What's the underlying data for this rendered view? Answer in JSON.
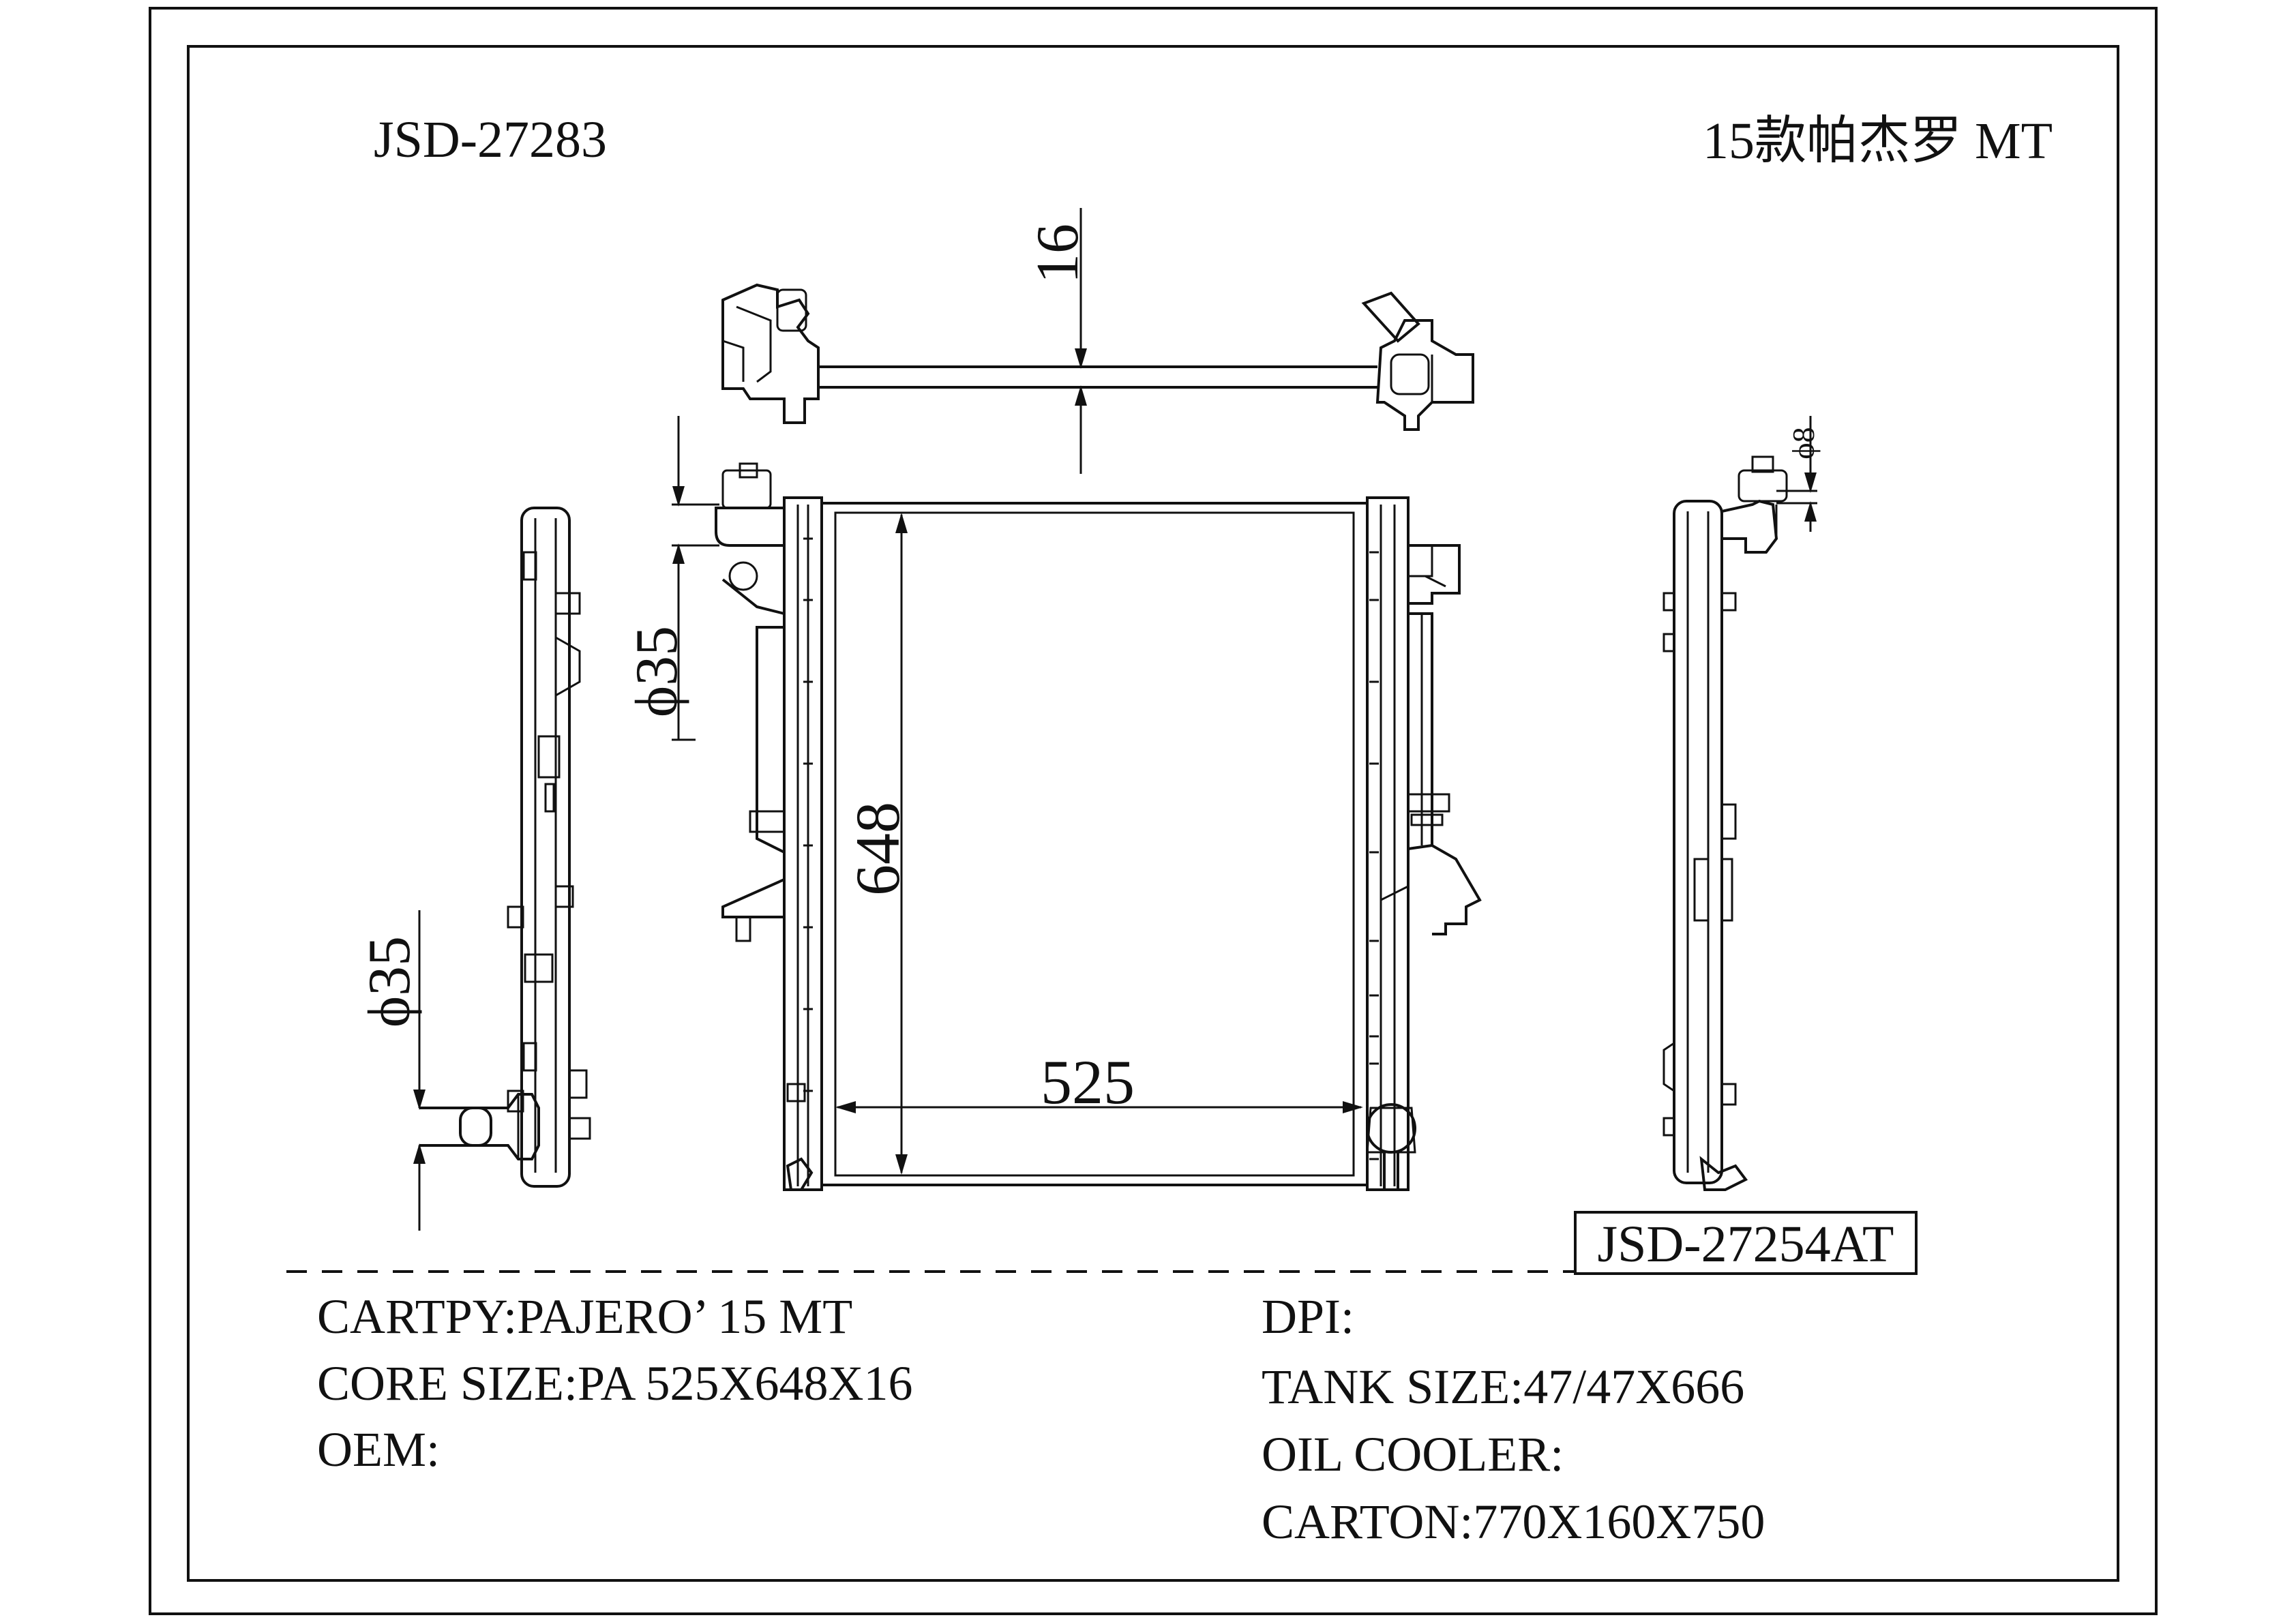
{
  "header": {
    "part_number": "JSD-27283",
    "model_cn": "15款帕杰罗 MT"
  },
  "dimensions": {
    "core_width": "525",
    "core_height": "648",
    "core_thickness": "16",
    "inlet_diameter": "ϕ35",
    "outlet_diameter": "ϕ35",
    "filler_neck": "ϕ8"
  },
  "reference_box": "JSD-27254AT",
  "specs_left": [
    "CARTPY:PAJERO’ 15 MT",
    "CORE SIZE:PA 525X648X16",
    "OEM:"
  ],
  "specs_right": [
    "DPI:",
    "TANK SIZE:47/47X666",
    "OIL COOLER:",
    "CARTON:770X160X750"
  ]
}
